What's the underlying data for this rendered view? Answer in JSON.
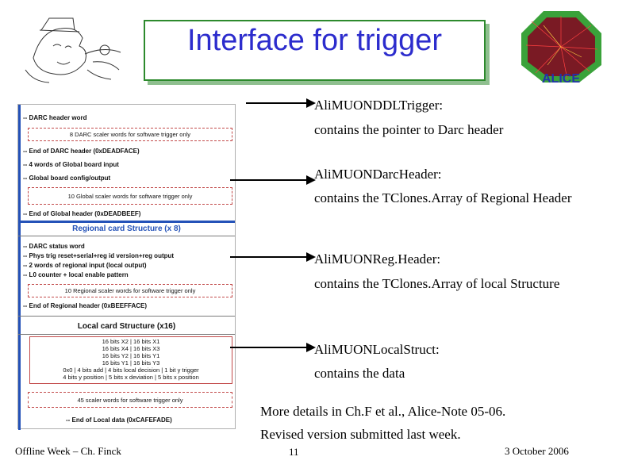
{
  "title": "Interface for trigger",
  "logos": {
    "left": "mad-hatter-illustration",
    "right": "alice-logo",
    "right_text": "ALICE"
  },
  "diagram": {
    "rows": [
      "-- DARC header word",
      "8 DARC scaler words for software trigger only",
      "-- End of DARC header (0xDEADFACE)",
      "-- 4 words of Global board input",
      "-- Global board config/output",
      "10 Global scaler words for software trigger only",
      "-- End of Global header (0xDEADBEEF)",
      "Regional card Structure (x 8)",
      "-- DARC status word",
      "-- Phys trig reset+serial+reg id version+reg output",
      "-- 2 words of regional input (local output)",
      "-- L0 counter + local enable pattern",
      "10 Regional scaler words for software trigger only",
      "-- End of Regional header (0xBEEFFACE)",
      "Local card Structure (x16)",
      "16 bits X2 | 16 bits X1",
      "16 bits X4 | 16 bits X3",
      "16 bits Y2 | 16 bits Y1",
      "16 bits Y1 | 16 bits Y3",
      "0x0 | 4 bits add | 4 bits local decision | 1 bit y trigger",
      "4 bits y position | 5 bits x deviation | 5 bits x position",
      "45 scaler words for software trigger only",
      "-- End of Local data (0xCAFEFADE)"
    ]
  },
  "annotations": [
    {
      "class": "AliMUONDDLTrigger:",
      "desc": "contains the pointer to Darc header"
    },
    {
      "class": "AliMUONDarcHeader:",
      "desc": "contains the TClones.Array of Regional Header"
    },
    {
      "class": "AliMUONReg.Header:",
      "desc": "contains the TClones.Array of local Structure"
    },
    {
      "class": "AliMUONLocalStruct:",
      "desc": "contains the data"
    }
  ],
  "details": {
    "line1": "More details in Ch.F et al., Alice-Note 05-06.",
    "line2": "Revised version submitted last week."
  },
  "footer": {
    "left": "Offline Week – Ch. Finck",
    "page": "11",
    "date": "3 October 2006"
  },
  "colors": {
    "title": "#2c2ccd",
    "title_border": "#2d8a2d",
    "diagram_accent": "#2452b8",
    "dash": "#c24a4a"
  }
}
